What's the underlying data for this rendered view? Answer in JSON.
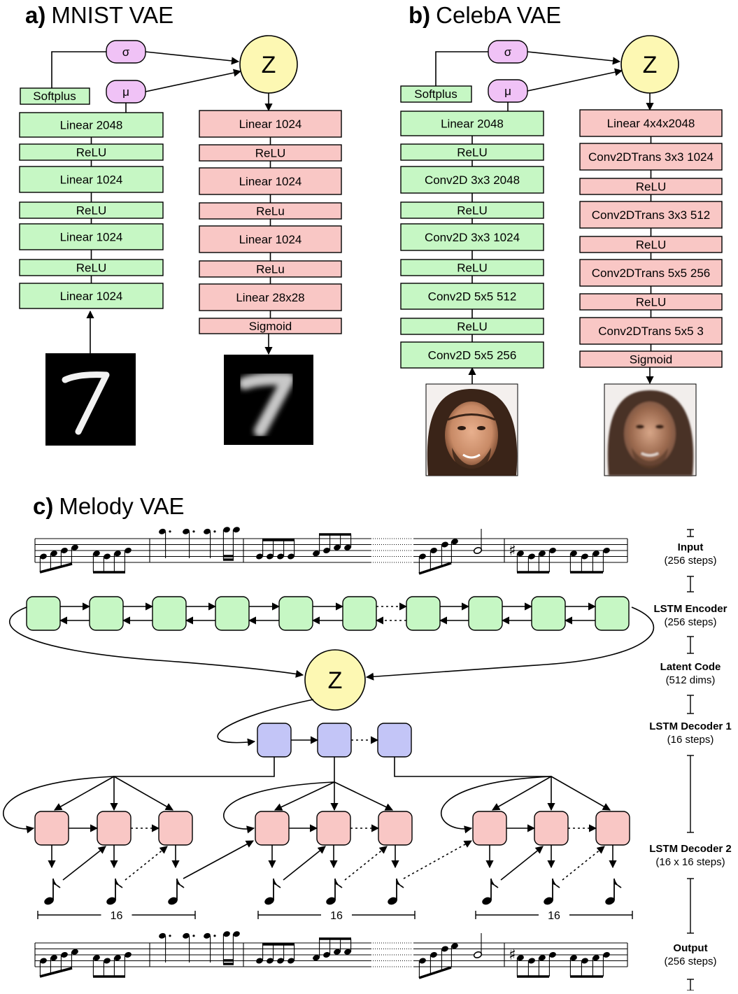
{
  "panel_a": {
    "letter": "a)",
    "title": "MNIST VAE",
    "sigma": "σ",
    "mu": "μ",
    "z": "Z",
    "softplus": "Softplus",
    "encoder": [
      "Linear 2048",
      "ReLU",
      "Linear 1024",
      "ReLU",
      "Linear 1024",
      "ReLU",
      "Linear 1024"
    ],
    "decoder": [
      "Linear 1024",
      "ReLU",
      "Linear 1024",
      "ReLu",
      "Linear 1024",
      "ReLu",
      "Linear 28x28",
      "Sigmoid"
    ]
  },
  "panel_b": {
    "letter": "b)",
    "title": "CelebA VAE",
    "sigma": "σ",
    "mu": "μ",
    "z": "Z",
    "softplus": "Softplus",
    "encoder": [
      "Linear 2048",
      "ReLU",
      "Conv2D 3x3   2048",
      "ReLU",
      "Conv2D 3x3   1024",
      "ReLU",
      "Conv2D 5x5  512",
      "ReLU",
      "Conv2D 5x5  256"
    ],
    "decoder": [
      "Linear 4x4x2048",
      "Conv2DTrans 3x3 1024",
      "ReLU",
      "Conv2DTrans 3x3   512",
      "ReLU",
      "Conv2DTrans 5x5   256",
      "ReLU",
      "Conv2DTrans 5x5   3",
      "Sigmoid"
    ]
  },
  "panel_c": {
    "letter": "c)",
    "title": "Melody VAE",
    "z": "Z",
    "group_count": "16",
    "side_labels": [
      {
        "title": "Input",
        "sub": "(256 steps)"
      },
      {
        "title": "LSTM Encoder",
        "sub": "(256 steps)"
      },
      {
        "title": "Latent Code",
        "sub": "(512 dims)"
      },
      {
        "title": "LSTM Decoder 1",
        "sub": "(16 steps)"
      },
      {
        "title": "LSTM Decoder 2",
        "sub": "(16 x 16 steps)"
      },
      {
        "title": "Output",
        "sub": "(256 steps)"
      }
    ]
  },
  "colors": {
    "encoder": "#c6f7c4",
    "decoder": "#f9c7c5",
    "latent_params": "#f0c2f6",
    "latent": "#fdf8b3",
    "decoder1": "#c3c5f7"
  }
}
